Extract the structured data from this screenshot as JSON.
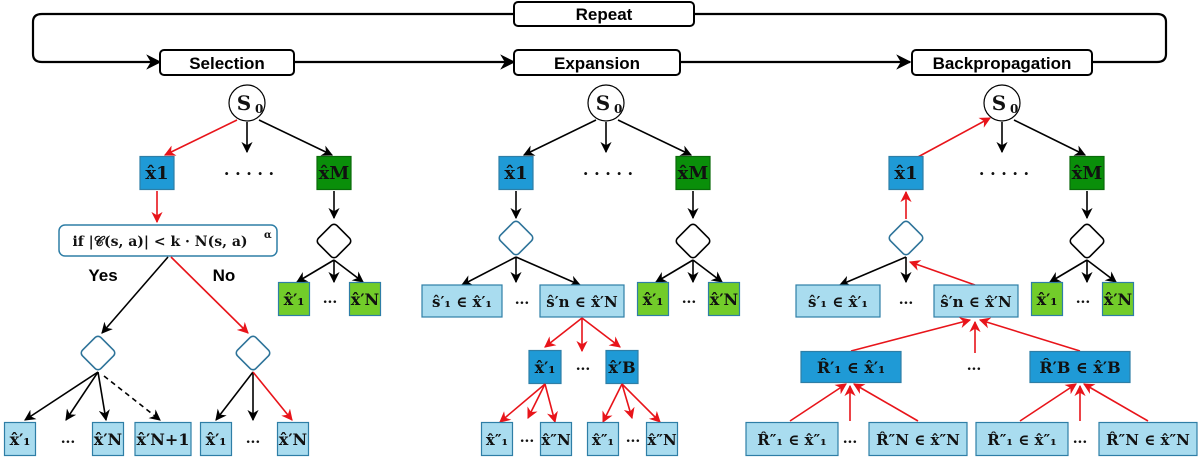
{
  "colors": {
    "selected_node": "#1f9ad6",
    "alt_node": "#0a8f0a",
    "light_blue_leaf": "#a9dcef",
    "light_green_leaf": "#72cc2a",
    "highlight_edge": "#e8141a",
    "normal_edge": "#000000",
    "decision_blue": "#2d7399"
  },
  "top": {
    "repeat_label": "Repeat"
  },
  "phases": [
    {
      "id": "selection",
      "label": "Selection"
    },
    {
      "id": "expansion",
      "label": "Expansion"
    },
    {
      "id": "backpropagation",
      "label": "Backpropagation"
    }
  ],
  "common": {
    "root": "S",
    "root_sub": "0",
    "x1": "x̂",
    "x1_sub": "1",
    "xM": "x̂",
    "xM_sub": "M",
    "wide_ellipsis": ". . . . .",
    "ellipsis": "..."
  },
  "selection": {
    "condition": "if |𝒞(s, a)| < k · N(s, a)",
    "condition_sup": "α",
    "yes_label": "Yes",
    "no_label": "No",
    "yes_leaves": [
      "x̂′₁",
      "x̂′N",
      "x̂′N+1"
    ],
    "no_leaves": [
      "x̂′₁",
      "x̂′N"
    ],
    "green_leaves": [
      "x̂′₁",
      "x̂′N"
    ]
  },
  "expansion": {
    "level2": [
      "ŝ′₁ ∈ x̂′₁",
      "ŝ′n ∈ x̂′N"
    ],
    "green_leaves": [
      "x̂′₁",
      "x̂′N"
    ],
    "level3": [
      "x̂′₁",
      "x̂′B"
    ],
    "level4": [
      "x̂″₁",
      "x̂″N",
      "x̂″₁",
      "x̂″N"
    ]
  },
  "backpropagation": {
    "level2": [
      "ŝ′₁ ∈ x̂′₁",
      "ŝ′n ∈ x̂′N"
    ],
    "green_leaves": [
      "x̂′₁",
      "x̂′N"
    ],
    "level3": [
      "R̂′₁ ∈ x̂′₁",
      "R̂′B ∈ x̂′B"
    ],
    "level4": [
      "R̂″₁ ∈ x̂″₁",
      "R̂″N ∈ x̂″N",
      "R̂″₁ ∈ x̂″₁",
      "R̂″N ∈ x̂″N"
    ]
  }
}
